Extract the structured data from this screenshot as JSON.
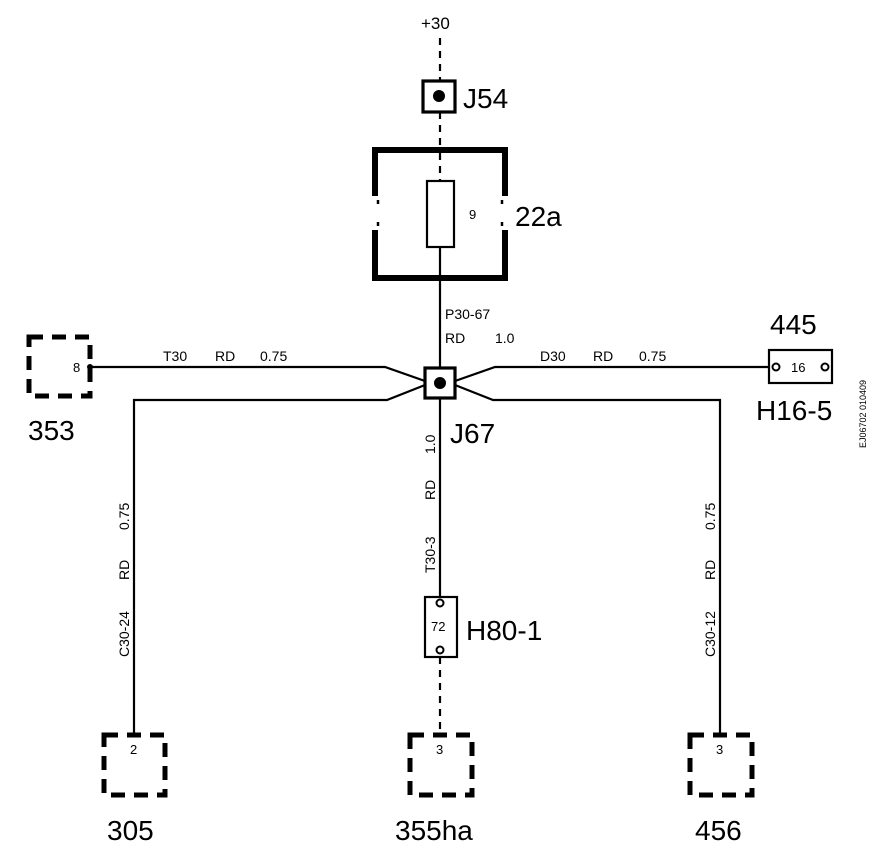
{
  "supply": {
    "label": "+30"
  },
  "components": {
    "j54": {
      "label": "J54"
    },
    "fuse_box": {
      "label": "22a",
      "fuse_number": "9"
    },
    "j67": {
      "label": "J67"
    },
    "h16_5": {
      "label": "H16-5",
      "top_label": "445",
      "pin": "16"
    },
    "h80_1": {
      "label": "H80-1",
      "pin": "72"
    },
    "c353": {
      "label": "353",
      "pin": "8"
    },
    "c305": {
      "label": "305",
      "pin": "2"
    },
    "c355ha": {
      "label": "355ha",
      "pin": "3"
    },
    "c456": {
      "label": "456",
      "pin": "3"
    }
  },
  "wires": {
    "p30_67": {
      "id": "P30-67",
      "color": "RD",
      "size": "1.0"
    },
    "t30": {
      "id": "T30",
      "color": "RD",
      "size": "0.75"
    },
    "d30": {
      "id": "D30",
      "color": "RD",
      "size": "0.75"
    },
    "t30_3": {
      "id": "T30-3",
      "color": "RD",
      "size": "1.0"
    },
    "c30_24": {
      "id": "C30-24",
      "color": "RD",
      "size": "0.75"
    },
    "c30_12": {
      "id": "C30-12",
      "color": "RD",
      "size": "0.75"
    }
  },
  "reference_code": "EJ06702 010409"
}
